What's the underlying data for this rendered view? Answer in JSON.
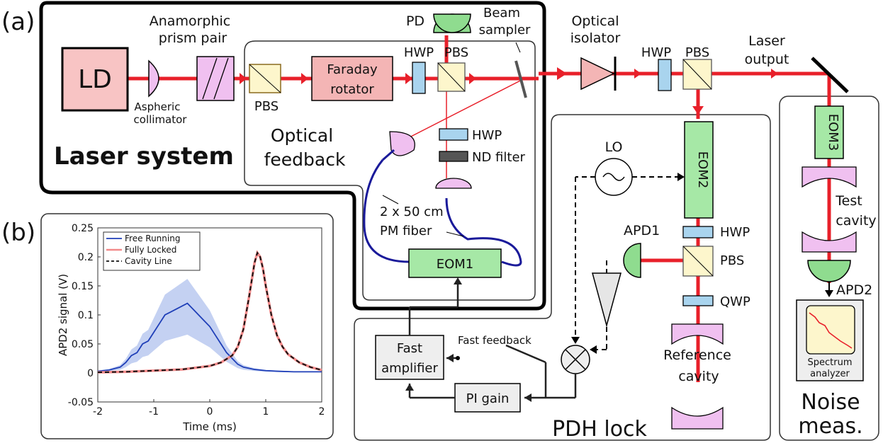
{
  "panel_labels": {
    "a": "(a)",
    "b": "(b)"
  },
  "regions": {
    "laser_system": "Laser system",
    "optical_feedback_line1": "Optical",
    "optical_feedback_line2": "feedback",
    "pdh_lock": "PDH lock",
    "noise_line1": "Noise",
    "noise_line2": "meas."
  },
  "components": {
    "ld": "LD",
    "prism_line1": "Anamorphic",
    "prism_line2": "prism pair",
    "collimator_line1": "Aspheric",
    "collimator_line2": "collimator",
    "pbs": "PBS",
    "faraday_line1": "Faraday",
    "faraday_line2": "rotator",
    "hwp": "HWP",
    "pd": "PD",
    "beam_sampler_line1": "Beam",
    "beam_sampler_line2": "sampler",
    "isolator_line1": "Optical",
    "isolator_line2": "isolator",
    "laser_output_line1": "Laser",
    "laser_output_line2": "output",
    "nd_filter": "ND filter",
    "fiber_line1": "2 x 50 cm",
    "fiber_line2": "PM fiber",
    "eom1": "EOM1",
    "eom2": "EOM2",
    "eom3": "EOM3",
    "lo": "LO",
    "apd1": "APD1",
    "apd2": "APD2",
    "qwp": "QWP",
    "reference_cavity_line1": "Reference",
    "reference_cavity_line2": "cavity",
    "test_cavity_line1": "Test",
    "test_cavity_line2": "cavity",
    "fast_amp_line1": "Fast",
    "fast_amp_line2": "amplifier",
    "fast_feedback": "Fast feedback",
    "pi_gain": "PI gain",
    "spectrum_line1": "Spectrum",
    "spectrum_line2": "analyzer"
  },
  "colors": {
    "beam": "#e8202a",
    "pbs_fill": "#fdf6cc",
    "eom_fill": "#a6e8a6",
    "waveplate_fill": "#a9d4ee",
    "ld_fill": "#f8c4c4",
    "faraday_fill": "#f4b5b5",
    "mirror_fill": "#f0c0f0",
    "detector_fill": "#8fdc8f",
    "box_fill": "#eeeeee",
    "fiber": "#1a1a9a",
    "free_running": "#1f3fb8",
    "fully_locked": "#f28a8a",
    "cavity_line": "#111111"
  },
  "chart_data": {
    "type": "line",
    "xlabel": "Time (ms)",
    "ylabel": "APD2 signal (V)",
    "xlim": [
      -2,
      2
    ],
    "ylim": [
      -0.05,
      0.25
    ],
    "xticks": [
      "-2",
      "-1",
      "0",
      "1",
      "2"
    ],
    "yticks": [
      "-0.05",
      "0",
      "0.05",
      "0.1",
      "0.15",
      "0.2",
      "0.25"
    ],
    "legend_position": "top-left",
    "series": [
      {
        "name": "Free Running",
        "x": [
          -2.0,
          -1.8,
          -1.6,
          -1.5,
          -1.4,
          -1.3,
          -1.2,
          -1.1,
          -1.0,
          -0.9,
          -0.8,
          -0.7,
          -0.6,
          -0.5,
          -0.4,
          -0.3,
          -0.2,
          -0.1,
          0.0,
          0.1,
          0.2,
          0.3,
          0.4,
          0.5,
          0.6,
          0.8,
          1.0,
          1.2,
          1.5,
          2.0
        ],
        "y": [
          0.003,
          0.005,
          0.01,
          0.018,
          0.03,
          0.035,
          0.05,
          0.055,
          0.07,
          0.085,
          0.1,
          0.105,
          0.11,
          0.115,
          0.12,
          0.11,
          0.1,
          0.09,
          0.08,
          0.065,
          0.05,
          0.035,
          0.025,
          0.015,
          0.01,
          0.006,
          0.004,
          0.003,
          0.002,
          0.002
        ]
      },
      {
        "name": "Fully Locked",
        "x": [
          -2.0,
          -1.5,
          -1.0,
          -0.5,
          0.0,
          0.2,
          0.4,
          0.5,
          0.6,
          0.7,
          0.75,
          0.8,
          0.85,
          0.9,
          0.95,
          1.0,
          1.1,
          1.2,
          1.3,
          1.4,
          1.6,
          1.8,
          2.0
        ],
        "y": [
          0.001,
          0.002,
          0.004,
          0.006,
          0.012,
          0.018,
          0.03,
          0.045,
          0.075,
          0.13,
          0.16,
          0.19,
          0.207,
          0.2,
          0.18,
          0.15,
          0.1,
          0.065,
          0.045,
          0.032,
          0.018,
          0.01,
          0.005
        ]
      },
      {
        "name": "Cavity Line",
        "x": [
          -2.0,
          -1.5,
          -1.0,
          -0.5,
          0.0,
          0.2,
          0.4,
          0.5,
          0.6,
          0.7,
          0.75,
          0.8,
          0.85,
          0.9,
          0.95,
          1.0,
          1.1,
          1.2,
          1.3,
          1.4,
          1.6,
          1.8,
          2.0
        ],
        "y": [
          0.001,
          0.002,
          0.004,
          0.006,
          0.012,
          0.018,
          0.03,
          0.045,
          0.075,
          0.13,
          0.16,
          0.19,
          0.207,
          0.2,
          0.18,
          0.15,
          0.1,
          0.065,
          0.045,
          0.032,
          0.018,
          0.01,
          0.005
        ]
      }
    ]
  }
}
